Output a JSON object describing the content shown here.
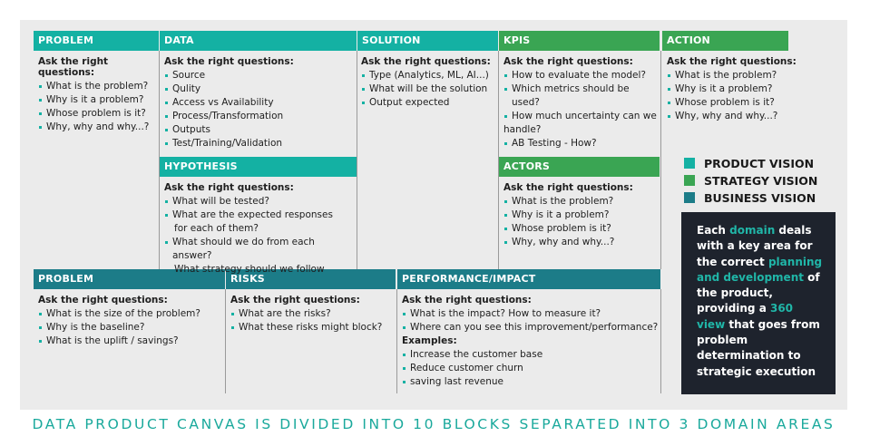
{
  "colors": {
    "product": "#14b1a3",
    "strategy": "#3aa553",
    "business": "#1c7c88",
    "dark_box": "#1e232d"
  },
  "blocks": {
    "problem_top": {
      "title": "PROBLEM",
      "ask": "Ask  the right questions:",
      "items": [
        "What is the problem?",
        "Why is it a problem?",
        "Whose problem is it?",
        "Why, why and why...?"
      ]
    },
    "data": {
      "title": "DATA",
      "ask": "Ask  the right questions:",
      "items": [
        "Source",
        "Qulity",
        "Access vs Availability",
        "Process/Transformation",
        "Outputs",
        "Test/Training/Validation"
      ]
    },
    "hypothesis": {
      "title": "HYPOTHESIS",
      "ask": "Ask  the right questions:",
      "items": [
        "What will be tested?",
        "What are the expected responses",
        "for each of them?",
        "What should we do from each answer?",
        "What strategy should we follow"
      ]
    },
    "solution": {
      "title": "SOLUTION",
      "ask": "Ask  the right questions:",
      "items": [
        "Type (Analytics, ML, AI...)",
        "What will be the solution",
        "Output expected"
      ]
    },
    "kpis": {
      "title": "KPIS",
      "ask": "Ask  the right questions:",
      "items": [
        "How to evaluate the model?",
        "Which metrics should be used?",
        "How much uncertainty can we",
        "handle?",
        "AB Testing - How?"
      ]
    },
    "actors": {
      "title": "ACTORS",
      "ask": "Ask  the right questions:",
      "items": [
        "What is the problem?",
        "Why is it a problem?",
        "Whose problem is it?",
        "Why, why and why...?"
      ]
    },
    "action": {
      "title": "ACTION",
      "ask": "Ask  the right questions:",
      "items": [
        "What is the problem?",
        "Why is it a problem?",
        "Whose problem is it?",
        "Why, why and why...?"
      ]
    },
    "problem_bottom": {
      "title": "PROBLEM",
      "ask": "Ask  the right questions:",
      "items": [
        "What is the size of the problem?",
        "Why is the baseline?",
        "What is the uplift / savings?"
      ]
    },
    "risks": {
      "title": "RISKS",
      "ask": "Ask  the right questions:",
      "items": [
        "What are the risks?",
        "What these risks might block?"
      ]
    },
    "performance": {
      "title": "PERFORMANCE/IMPACT",
      "ask": "Ask  the right questions:",
      "items": [
        "What is the impact? How to measure it?",
        "Where can you see this improvement/performance?"
      ],
      "examples_label": "Examples:",
      "examples": [
        "Increase the customer base",
        "Reduce customer churn",
        "saving last revenue"
      ]
    }
  },
  "legend": [
    "PRODUCT VISION",
    "STRATEGY VISION",
    "BUSINESS VISION"
  ],
  "info_box": {
    "t1": "Each ",
    "h1": "domain",
    "t2": " deals with a key area for the correct ",
    "h2": "planning and development",
    "t3": " of the product, providing a ",
    "h3": "360 view",
    "t4": " that goes from problem determination to strategic execution"
  },
  "footer": "DATA PRODUCT CANVAS IS DIVIDED INTO 10 BLOCKS SEPARATED INTO 3 DOMAIN AREAS"
}
